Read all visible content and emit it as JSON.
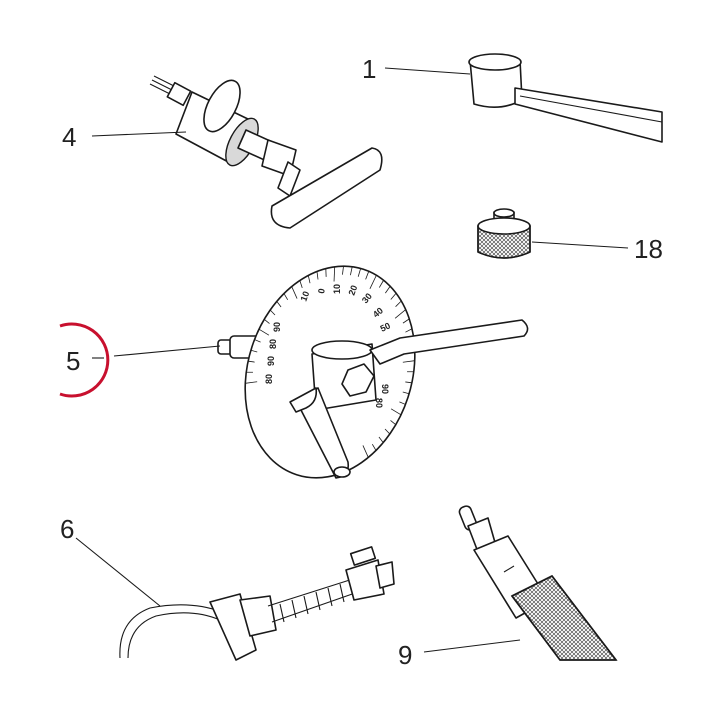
{
  "callouts": {
    "c1": "1",
    "c4": "4",
    "c18": "18",
    "c5": "5",
    "c6": "6",
    "c9": "9"
  },
  "dial": {
    "labels_top": [
      "10",
      "0",
      "10",
      "20",
      "30",
      "40",
      "50"
    ],
    "labels_left": [
      "80",
      "90",
      "80",
      "90"
    ],
    "labels_right": [
      "90",
      "80"
    ]
  },
  "colors": {
    "highlight": "#c8102e",
    "line": "#1a1a1a"
  }
}
